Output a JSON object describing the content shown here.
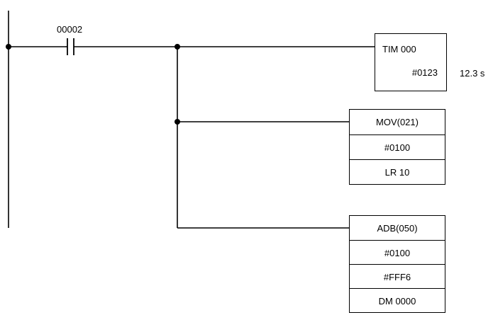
{
  "contact": {
    "address": "00002"
  },
  "timer": {
    "instruction": "TIM 000",
    "setvalue": "#0123",
    "note": "12.3 s"
  },
  "mov": {
    "instruction": "MOV(021)",
    "source": "#0100",
    "dest": "LR 10"
  },
  "adb": {
    "instruction": "ADB(050)",
    "augend": "#0100",
    "addend": "#FFF6",
    "result": "DM 0000"
  }
}
